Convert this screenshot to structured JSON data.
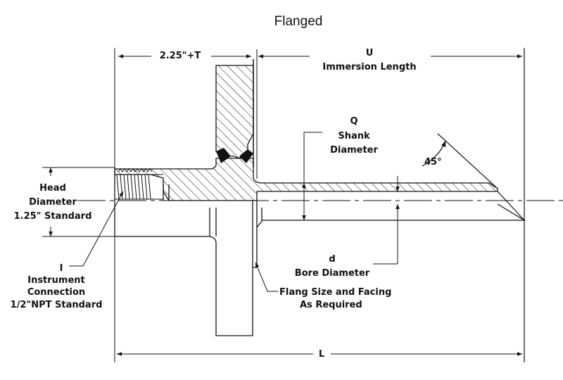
{
  "title": "Flanged",
  "dimensions": {
    "head_length": "2.25\"+T",
    "u_letter": "U",
    "u_text": "Immersion Length",
    "q_letter": "Q",
    "q_line1": "Shank",
    "q_line2": "Diameter",
    "angle": "45°",
    "head_line1": "Head",
    "head_line2": "Diameter",
    "head_line3": "1.25\" Standard",
    "d_letter": "d",
    "d_text": "Bore Diameter",
    "i_letter": "I",
    "i_line1": "Instrument",
    "i_line2": "Connection",
    "i_line3": "1/2\"NPT Standard",
    "flange_line1": "Flang Size and Facing",
    "flange_line2": "As Required",
    "l_letter": "L"
  }
}
